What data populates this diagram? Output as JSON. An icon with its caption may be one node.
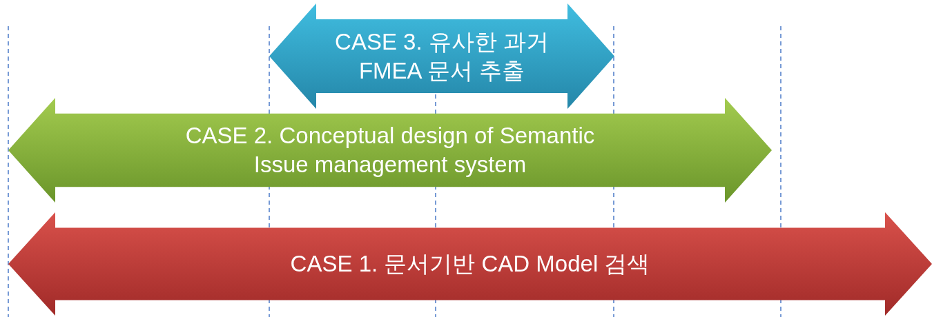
{
  "diagram": {
    "nodes": [
      {
        "text": [
          "CASE 3. 유사한 과거 FMEA 문서 추출"
        ]
      },
      {
        "text": [
          "CASE 2. Conceptual design of Semantic Issue management system"
        ]
      },
      {
        "text": [
          "CASE 1. 문서기반 CAD Model 검색"
        ]
      }
    ],
    "edges": []
  }
}
